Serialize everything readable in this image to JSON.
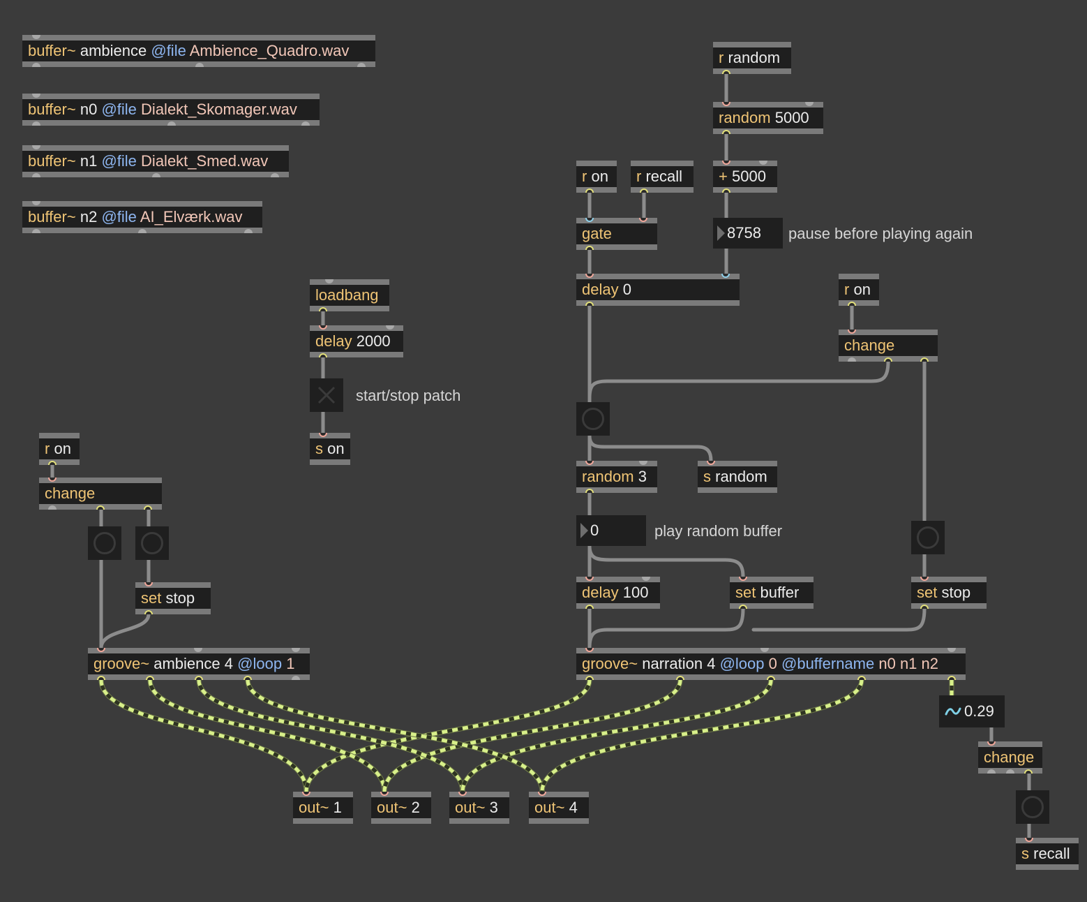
{
  "patcher": {
    "buffers": [
      {
        "cls": "buffer~",
        "name": "ambience",
        "attr": "@file",
        "value": "Ambience_Quadro.wav"
      },
      {
        "cls": "buffer~",
        "name": "n0",
        "attr": "@file",
        "value": "Dialekt_Skomager.wav"
      },
      {
        "cls": "buffer~",
        "name": "n1",
        "attr": "@file",
        "value": "Dialekt_Smed.wav"
      },
      {
        "cls": "buffer~",
        "name": "n2",
        "attr": "@file",
        "value": "AI_Elværk.wav"
      }
    ],
    "startstop": {
      "loadbang": {
        "cls": "loadbang"
      },
      "delay": {
        "cls": "delay",
        "arg": "2000"
      },
      "toggle_comment": "start/stop patch",
      "send_on": {
        "cls": "s",
        "arg": "on"
      }
    },
    "ambience_chain": {
      "r_on": {
        "cls": "r",
        "arg": "on"
      },
      "change": {
        "cls": "change"
      },
      "set_stop": {
        "cls": "set",
        "arg": "stop"
      },
      "groove": {
        "cls": "groove~",
        "arg": "ambience 4",
        "attr": "@loop",
        "aval": "1"
      }
    },
    "random_chain": {
      "r_random": {
        "cls": "r",
        "arg": "random"
      },
      "random5000": {
        "cls": "random",
        "arg": "5000"
      },
      "plus5000": {
        "cls": "+",
        "arg": "5000"
      },
      "pause_value": "8758",
      "pause_comment": "pause before playing again",
      "r_on": {
        "cls": "r",
        "arg": "on"
      },
      "r_recall": {
        "cls": "r",
        "arg": "recall"
      },
      "gate": {
        "cls": "gate"
      },
      "delay0": {
        "cls": "delay",
        "arg": "0"
      },
      "r_on2": {
        "cls": "r",
        "arg": "on"
      },
      "change": {
        "cls": "change"
      },
      "random3": {
        "cls": "random",
        "arg": "3"
      },
      "s_random": {
        "cls": "s",
        "arg": "random"
      },
      "buffer_index_value": "0",
      "buffer_comment": "play random buffer",
      "delay100": {
        "cls": "delay",
        "arg": "100"
      },
      "set_buffer": {
        "cls": "set",
        "arg": "buffer"
      },
      "set_stop": {
        "cls": "set",
        "arg": "stop"
      },
      "groove": {
        "cls": "groove~",
        "arg": "narration 4",
        "attr1": "@loop",
        "aval1": "0",
        "attr2": "@buffername",
        "aval2": "n0 n1 n2"
      }
    },
    "outputs": [
      {
        "cls": "out~",
        "arg": "1"
      },
      {
        "cls": "out~",
        "arg": "2"
      },
      {
        "cls": "out~",
        "arg": "3"
      },
      {
        "cls": "out~",
        "arg": "4"
      }
    ],
    "recall_chain": {
      "signal_value": "0.29",
      "change": {
        "cls": "change"
      },
      "s_recall": {
        "cls": "s",
        "arg": "recall"
      }
    }
  },
  "colors": {
    "background": "#3b3b3b",
    "object_fill": "#1f1f1f",
    "object_border": "#7a7a7a",
    "class_text": "#efc475",
    "arg_text": "#ececec",
    "attr_text": "#8eb6f0",
    "attr_value_text": "#f2c7b8",
    "signal_cord": "#d8f08a",
    "control_cord": "#8a8a8a"
  }
}
